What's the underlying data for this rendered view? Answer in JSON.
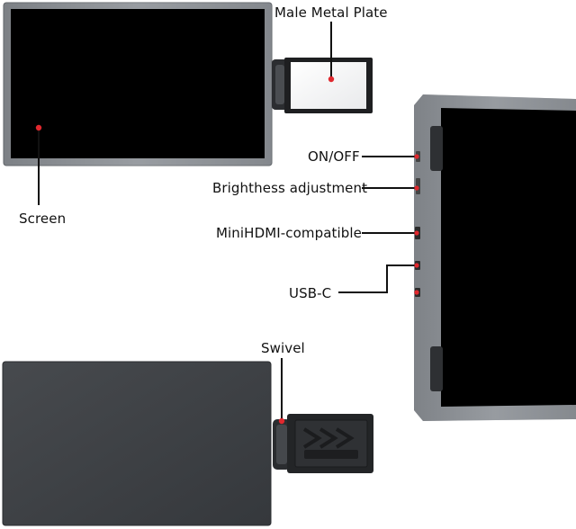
{
  "labels": {
    "male_metal_plate": "Male Metal Plate",
    "screen": "Screen",
    "on_off": "ON/OFF",
    "brightness": "Brighthess adjustment",
    "minihdmi": "MiniHDMI-compatible",
    "usb_c": "USB-C",
    "swivel": "Swivel"
  },
  "colors": {
    "background": "#ffffff",
    "bezel": "#8e9297",
    "screen": "#000000",
    "back_panel": "#3f4246",
    "pointer_dot": "#e0282e",
    "leader_line": "#111111"
  }
}
